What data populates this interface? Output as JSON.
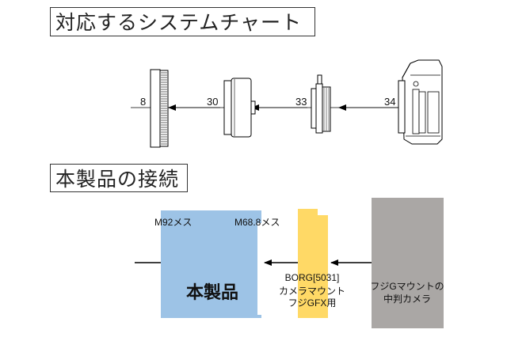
{
  "section1": {
    "title": "対応するシステムチャート",
    "parts": [
      {
        "number": "8"
      },
      {
        "number": "30"
      },
      {
        "number": "33"
      },
      {
        "number": "34"
      }
    ]
  },
  "section2": {
    "title": "本製品の接続",
    "thread_left": "M92メス",
    "thread_right": "M68.8メス",
    "product_label": "本製品",
    "adapter_lines": [
      "BORG[5031]",
      "カメラマウント",
      "フジGFX用"
    ],
    "camera_lines": [
      "フジGマウントの",
      "中判カメラ"
    ]
  },
  "colors": {
    "product_fill": "#9dc3e6",
    "adapter_fill": "#ffd966",
    "camera_fill": "#aaa7a5"
  }
}
